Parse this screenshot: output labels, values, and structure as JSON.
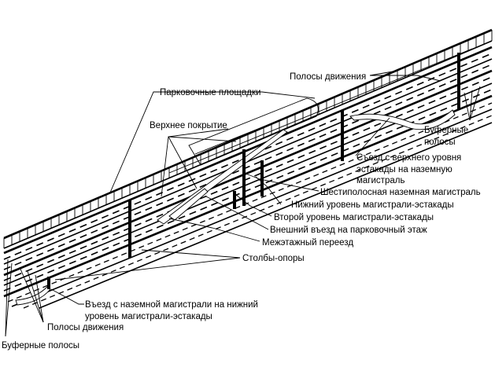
{
  "diagram": {
    "title": "",
    "labels": {
      "lanes_top": "Полосы движения",
      "parking_decks": "Парковочные площадки",
      "top_cover": "Верхнее покрытие",
      "buffer_top_1": "Буферные",
      "buffer_top_2": "полосы",
      "exit_1": "Съезд с верхнего уровня",
      "exit_2": "эстакады на наземную",
      "exit_3": "магистраль",
      "six_lane": "Шестиполосная наземная магистраль",
      "lower_level": "Нижний уровень магистрали-эстакады",
      "second_level": "Второй уровень магистрали-эстакады",
      "outer_entry": "Внешний въезд на парковочный этаж",
      "interfloor": "Межэтажный переезд",
      "pillars": "Столбы-опоры",
      "entry_1": "Въезд с наземной магистрали на нижний",
      "entry_2": "уровень магистрали-эстакады",
      "lanes_bottom": "Полосы движения",
      "buffer_bottom": "Буферные полосы"
    }
  }
}
